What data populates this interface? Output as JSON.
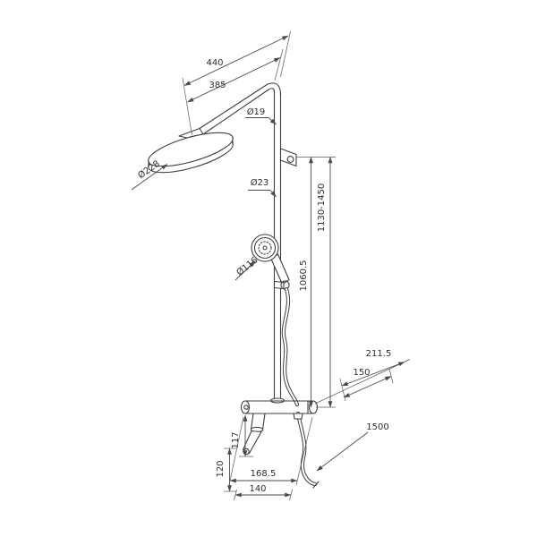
{
  "drawing": {
    "type": "technical-dimension-drawing",
    "subject": "thermostatic shower column with overhead rain shower, hand shower and mixer",
    "background_color": "#ffffff",
    "line_color": "#3f3f3f",
    "labels": {
      "arm_total": "440",
      "arm_inner": "385",
      "pipe_dia_upper": "Ø19",
      "head_dia": "Ø228",
      "pipe_dia_lower": "Ø23",
      "total_height": "1130-1450",
      "riser_height": "1060.5",
      "handshower_dia": "Ø116",
      "depth_total": "211.5",
      "depth_inner": "150",
      "hose_length": "1500",
      "body_height_upper": "117",
      "body_height_lower": "120",
      "body_width_outer": "168.5",
      "body_width_inner": "140"
    }
  }
}
